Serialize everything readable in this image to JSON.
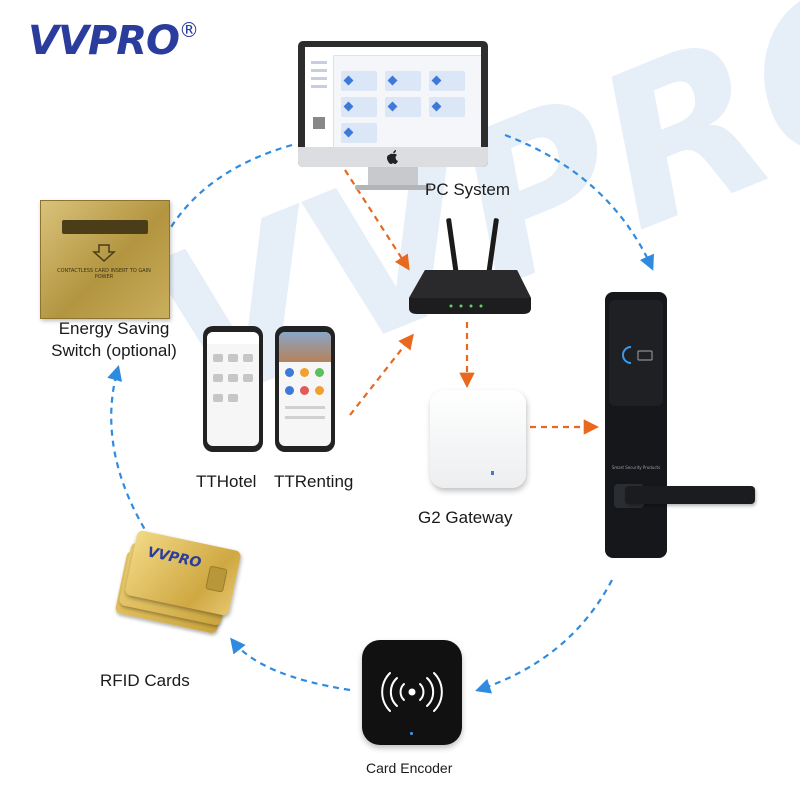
{
  "brand": {
    "logo_text": "VVPRO",
    "logo_mark": "®",
    "watermark_text": "VVPRO"
  },
  "colors": {
    "primary_blue": "#2a3c9c",
    "dashed_blue": "#2f8be0",
    "dashed_orange": "#e8681e",
    "watermark": "#e6eef8"
  },
  "nodes": {
    "pc_system": "PC System",
    "energy_switch_line1": "Energy Saving",
    "energy_switch_line2": "Switch (optional)",
    "tthotel": "TTHotel",
    "ttrenting": "TTRenting",
    "g2_gateway": "G2 Gateway",
    "rfid_cards": "RFID Cards",
    "card_encoder": "Card Encoder"
  },
  "device_text": {
    "switch_plate": "CONTACTLESS CARD INSERT TO GAIN POWER",
    "card_logo": "VVPRO",
    "lock_text": "Smart Security Products"
  },
  "icons": {
    "monitor": "desktop-monitor-icon",
    "router": "wifi-router-icon",
    "gateway": "gateway-icon",
    "lock": "door-lock-icon",
    "encoder": "card-encoder-icon",
    "cards": "rfid-card-icon",
    "switch": "energy-switch-icon",
    "apple": "apple-logo-icon"
  }
}
